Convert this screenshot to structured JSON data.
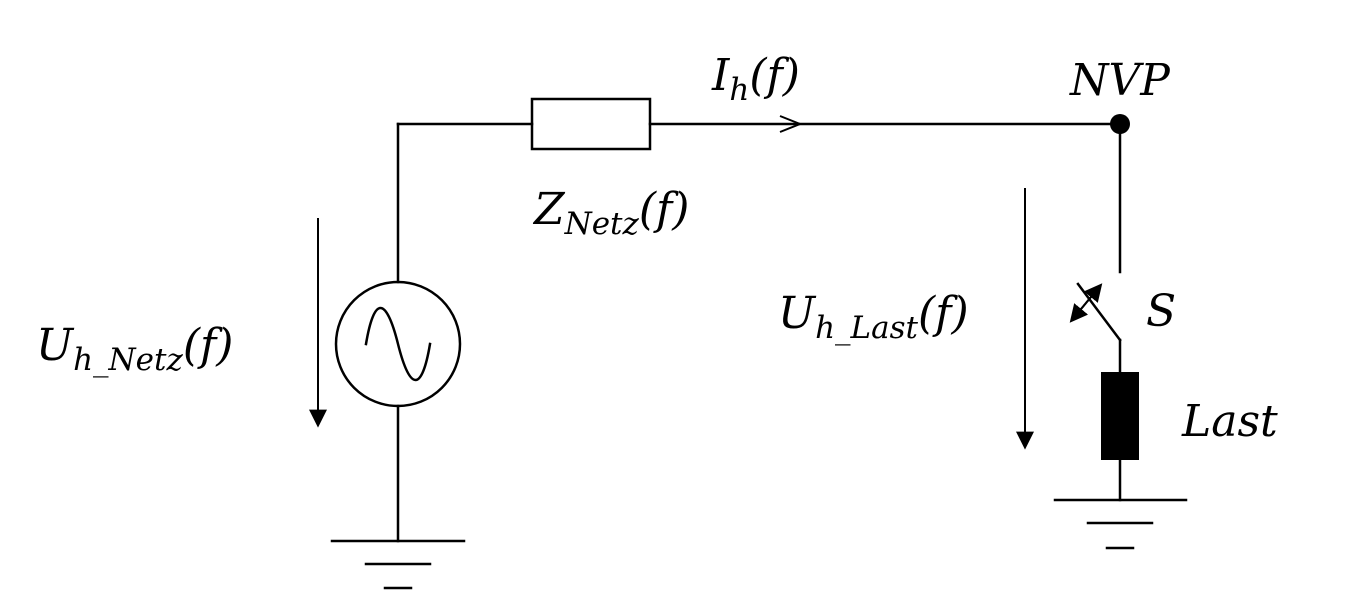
{
  "labels": {
    "current": {
      "base": "I",
      "sub": "h",
      "arg": "(f)"
    },
    "node": "NVP",
    "impedance": {
      "base": "Z",
      "sub": "Netz",
      "arg": "(f)"
    },
    "source_voltage": {
      "base": "U",
      "sub": "h_Netz",
      "arg": "(f)"
    },
    "load_voltage": {
      "base": "U",
      "sub": "h_Last",
      "arg": "(f)"
    },
    "switch": "S",
    "load": "Last"
  },
  "colors": {
    "line": "#000000",
    "background": "#ffffff"
  }
}
